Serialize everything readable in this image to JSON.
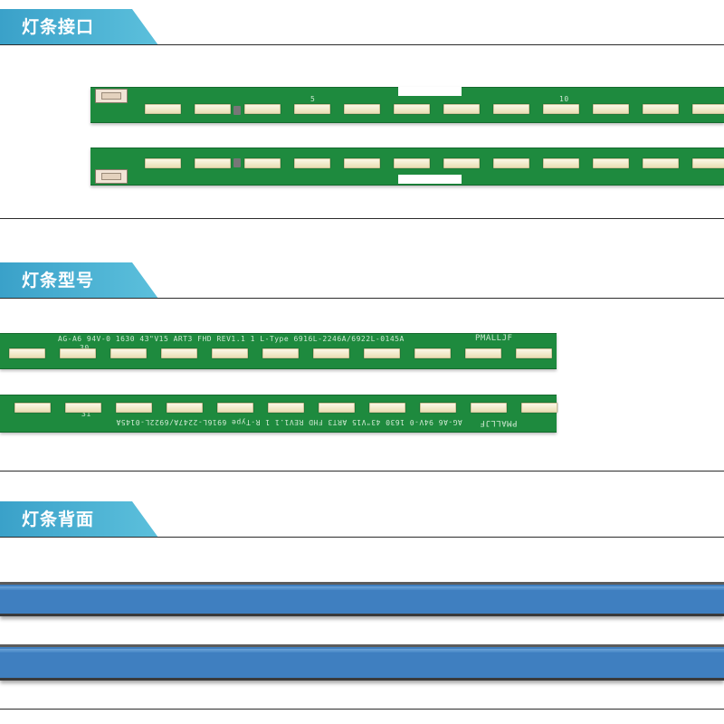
{
  "sections": [
    {
      "title": "灯条接口"
    },
    {
      "title": "灯条型号"
    },
    {
      "title": "灯条背面"
    }
  ],
  "strip_text": {
    "top_model_line": "AG-A6  94V-0  1630   43\"V15  ART3  FHD  REV1.1    1    L-Type    6916L-2246A/6922L-0145A",
    "top_brand": "PMALLJF",
    "bottom_model_line": "AG-A6  94V-0  1630   43\"V15  ART3  FHD  REV1.1    1    R-Type  6916L-2247A/6922L-0145A",
    "bottom_brand": "PMALLJF",
    "led_marks": [
      "5",
      "10",
      "30",
      "31"
    ]
  },
  "colors": {
    "tab_gradient_start": "#3aa1c9",
    "tab_gradient_end": "#5cc0dc",
    "pcb_green": "#1e8a3e",
    "back_blue": "#3f7fc0"
  }
}
